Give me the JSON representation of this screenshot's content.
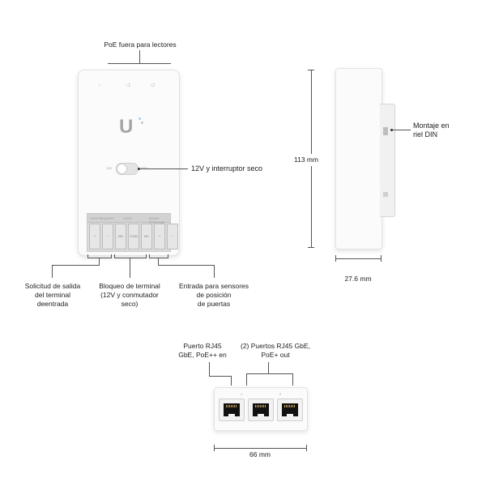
{
  "labels": {
    "poe_out": "PoE fuera para lectores",
    "power_dry": "12V y interruptor seco",
    "din_mount": "Montaje en\nriel DIN",
    "height": "113 mm",
    "depth": "27.6 mm",
    "exit_request": "Solicitud de salida\ndel terminal\ndeentrada",
    "terminal_lock": "Bloqueo de terminal\n(12V y conmutador\nseco)",
    "door_sensor": "Entrada para sensores\nde posición\nde puertas",
    "rj45_in": "Puerto RJ45\nGbE, PoE++ en",
    "rj45_out": "(2) Puertos RJ45 GbE,\nPoE+ out",
    "width": "66 mm"
  },
  "device": {
    "logo": "U",
    "terminal_pins": [
      "+",
      "−",
      "NO",
      "COM",
      "NC",
      "+",
      "−"
    ],
    "terminal_groups": [
      "EXIT REQUEST",
      "LOCK",
      "DOOR POSITION"
    ],
    "port_labels": [
      "",
      "1",
      "2"
    ]
  }
}
